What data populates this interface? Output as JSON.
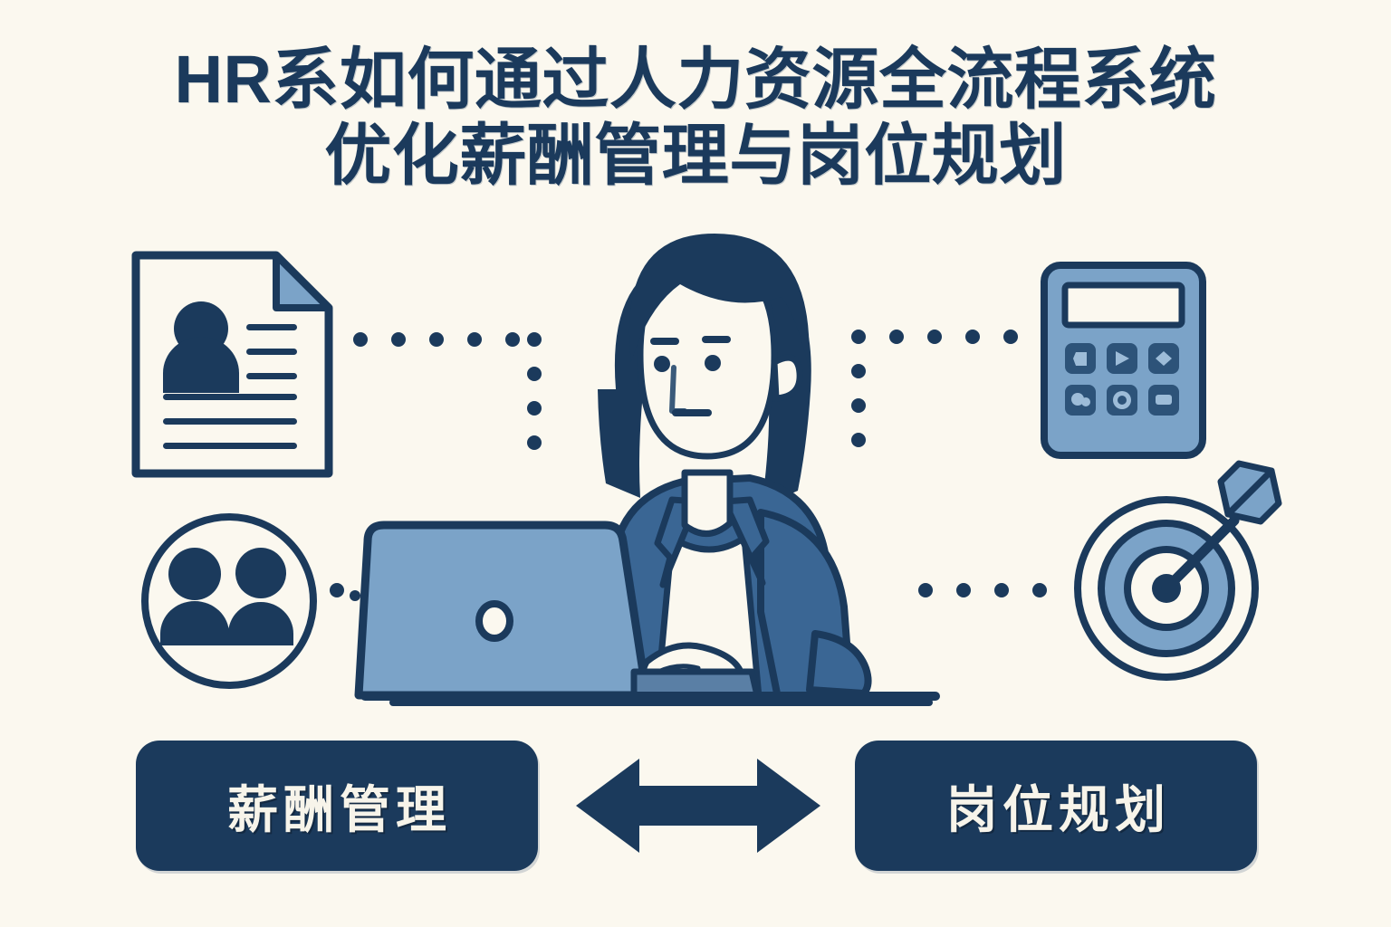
{
  "poster": {
    "background_color": "#fbf8ef",
    "primary_color": "#1b3a5c",
    "accent_color": "#3a6694",
    "light_accent_color": "#7ba3c8",
    "paper_color": "#fbf8ef"
  },
  "title": {
    "line1": "HR系如何通过人力资源全流程系统",
    "line2": "优化薪酬管理与岗位规划",
    "color": "#1b3a5c"
  },
  "icons": {
    "resume_document": {
      "name": "resume-document-icon",
      "description": "员工档案 / 简历文档",
      "text_line_count": 6
    },
    "people_group": {
      "name": "people-group-icon",
      "description": "员工团队",
      "person_count": 2
    },
    "calculator": {
      "name": "calculator-icon",
      "description": "薪酬核算计算器",
      "key_count": 6
    },
    "target": {
      "name": "target-arrow-icon",
      "description": "岗位规划目标",
      "ring_count": 3
    },
    "person": {
      "name": "hr-person-illustration",
      "description": "HR 专员使用笔记本电脑办公"
    },
    "laptop": {
      "name": "laptop-icon",
      "description": "笔记本电脑"
    },
    "arrow": {
      "name": "double-arrow-icon",
      "description": "双向箭头"
    }
  },
  "connectors": {
    "top_left": "dotted-connector-top-left",
    "top_right": "dotted-connector-top-right",
    "bottom_left": "dotted-connector-bottom-left",
    "bottom_right": "dotted-connector-bottom-right",
    "dot_color": "#1b3a5c"
  },
  "buttons": {
    "left": {
      "label": "薪酬管理",
      "background": "#1b3a5c",
      "text_color": "#f7f4ea"
    },
    "right": {
      "label": "岗位规划",
      "background": "#1b3a5c",
      "text_color": "#f7f4ea"
    }
  }
}
